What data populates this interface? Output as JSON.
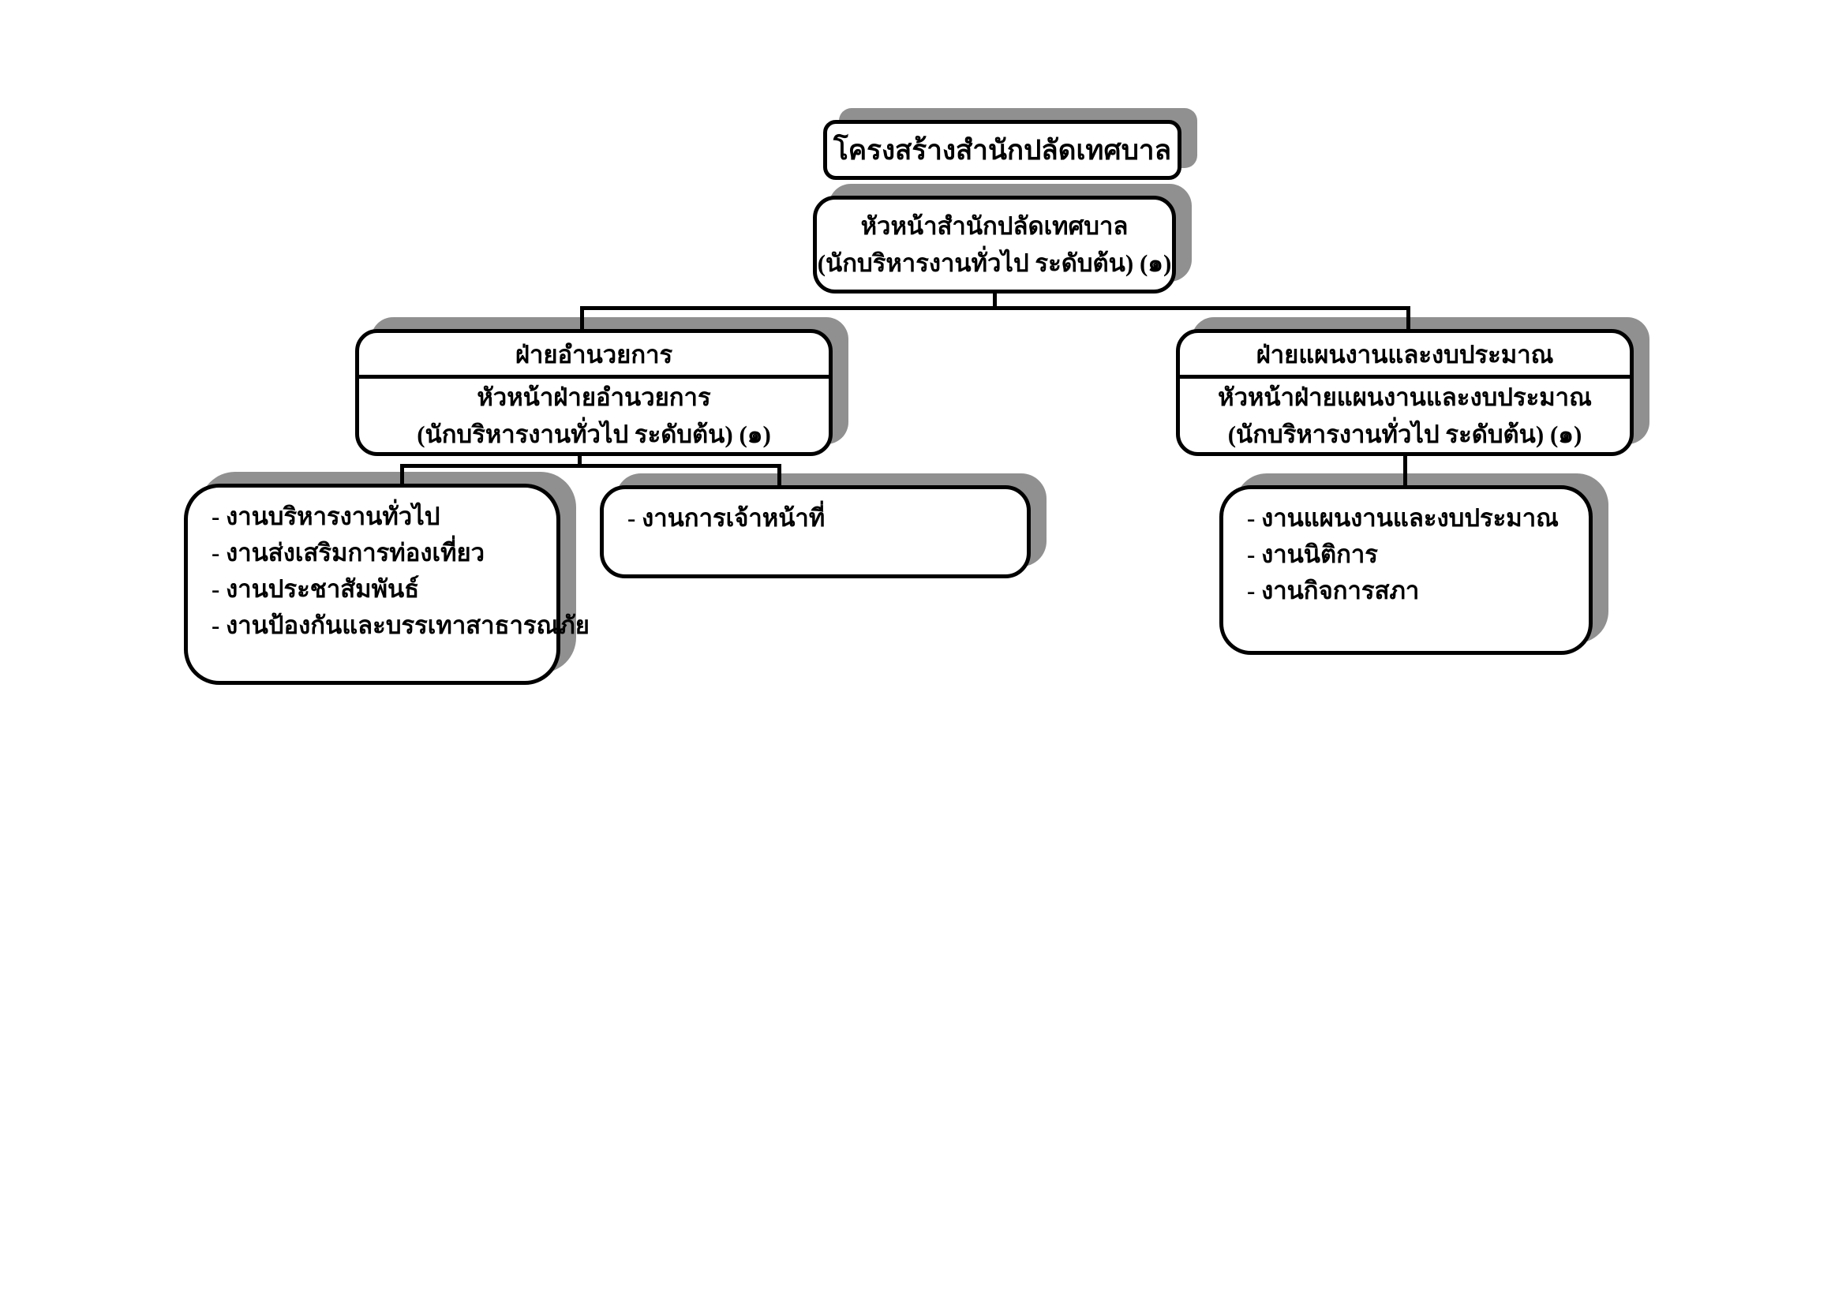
{
  "page": {
    "background": "#ffffff"
  },
  "colors": {
    "box_background": "#ffffff",
    "border": "#000000",
    "shadow": "#909090"
  },
  "chart": {
    "title": "โครงสร้างสำนักปลัดเทศบาล",
    "head": {
      "line1": "หัวหน้าสำนักปลัดเทศบาล",
      "line2": "(นักบริหารงานทั่วไป ระดับต้น) (๑)"
    },
    "left_division": {
      "name": "ฝ่ายอำนวยการ",
      "head_line1": "หัวหน้าฝ่ายอำนวยการ",
      "head_line2": "(นักบริหารงานทั่วไป ระดับต้น) (๑)"
    },
    "right_division": {
      "name": "ฝ่ายแผนงานและงบประมาณ",
      "head_line1": "หัวหน้าฝ่ายแผนงานและงบประมาณ",
      "head_line2": "(นักบริหารงานทั่วไป ระดับต้น) (๑)"
    },
    "left_tasks": {
      "items": [
        "- งานบริหารงานทั่วไป",
        "- งานส่งเสริมการท่องเที่ยว",
        "- งานประชาสัมพันธ์",
        "- งานป้องกันและบรรเทาสาธารณภัย"
      ]
    },
    "personnel_tasks": {
      "items": [
        "- งานการเจ้าหน้าที่"
      ]
    },
    "right_tasks": {
      "items": [
        "- งานแผนงานและงบประมาณ",
        "- งานนิติการ",
        "- งานกิจการสภา"
      ]
    }
  }
}
